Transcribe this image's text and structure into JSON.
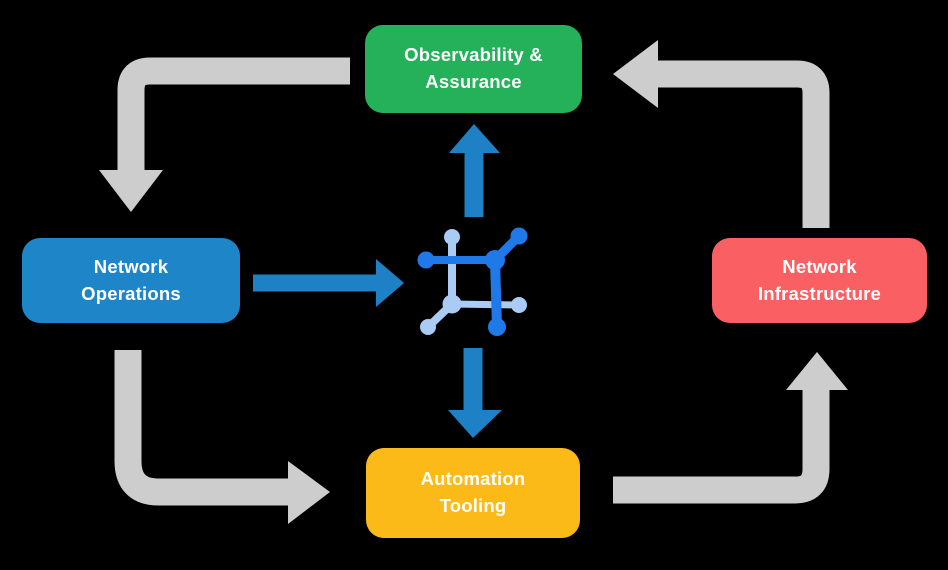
{
  "diagram": {
    "description": "Closed-loop network automation cycle with central network mesh icon",
    "nodes": [
      {
        "id": "observability",
        "label": "Observability &\nAssurance",
        "color": "#24B15A"
      },
      {
        "id": "network-operations",
        "label": "Network\nOperations",
        "color": "#1E86C8"
      },
      {
        "id": "network-infrastructure",
        "label": "Network\nInfrastructure",
        "color": "#F95F63"
      },
      {
        "id": "automation-tooling",
        "label": "Automation\nTooling",
        "color": "#FBBA17"
      }
    ],
    "center_icon": "network-mesh-icon",
    "flows": [
      {
        "from": "observability",
        "to": "network-operations",
        "style": "gray-elbow-arrow"
      },
      {
        "from": "network-operations",
        "to": "automation-tooling",
        "style": "gray-elbow-arrow"
      },
      {
        "from": "automation-tooling",
        "to": "network-infrastructure",
        "style": "gray-elbow-arrow"
      },
      {
        "from": "network-infrastructure",
        "to": "observability",
        "style": "gray-elbow-arrow"
      },
      {
        "from": "network-operations",
        "to": "center-icon",
        "style": "blue-straight-arrow"
      },
      {
        "from": "center-icon",
        "to": "observability",
        "style": "blue-straight-arrow"
      },
      {
        "from": "center-icon",
        "to": "automation-tooling",
        "style": "blue-straight-arrow"
      }
    ]
  },
  "colors": {
    "background": "#000000",
    "gray_arrow": "#CDCDCD",
    "blue_arrow": "#1E81C5",
    "icon_dark_blue": "#2079E8",
    "icon_light_blue": "#A9CBF4",
    "text": "#FFFFFF",
    "green_box": "#24B15A",
    "blue_box": "#1E86C8",
    "red_box": "#F95F63",
    "yellow_box": "#FBBA17"
  }
}
